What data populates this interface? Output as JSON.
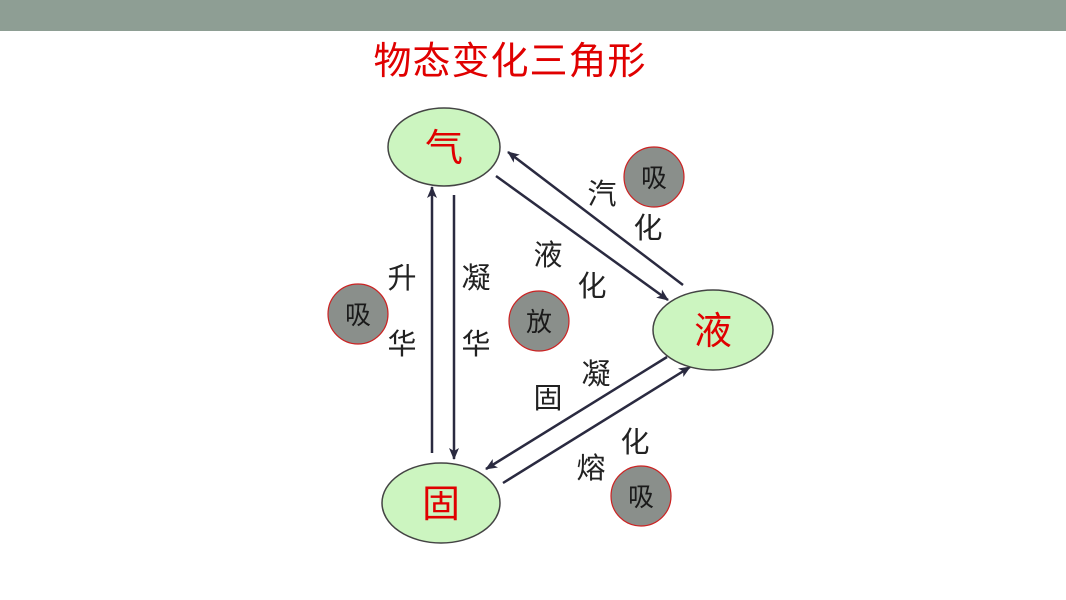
{
  "title": "物态变化三角形",
  "states": {
    "gas": "气",
    "liquid": "液",
    "solid": "固"
  },
  "processes": {
    "vaporization": "汽化",
    "liquefaction": "液化",
    "sublimation": "升华",
    "deposition": "凝华",
    "freezing": "凝固",
    "melting": "熔化"
  },
  "heat": {
    "absorb": "吸",
    "release": "放"
  },
  "colors": {
    "title": "#e00000",
    "state_fill": "#ccf5c0",
    "heat_fill": "#8a8f8b",
    "heat_stroke": "#cc2222",
    "topbar": "#8e9e94",
    "arrow": "#2a2a40"
  }
}
